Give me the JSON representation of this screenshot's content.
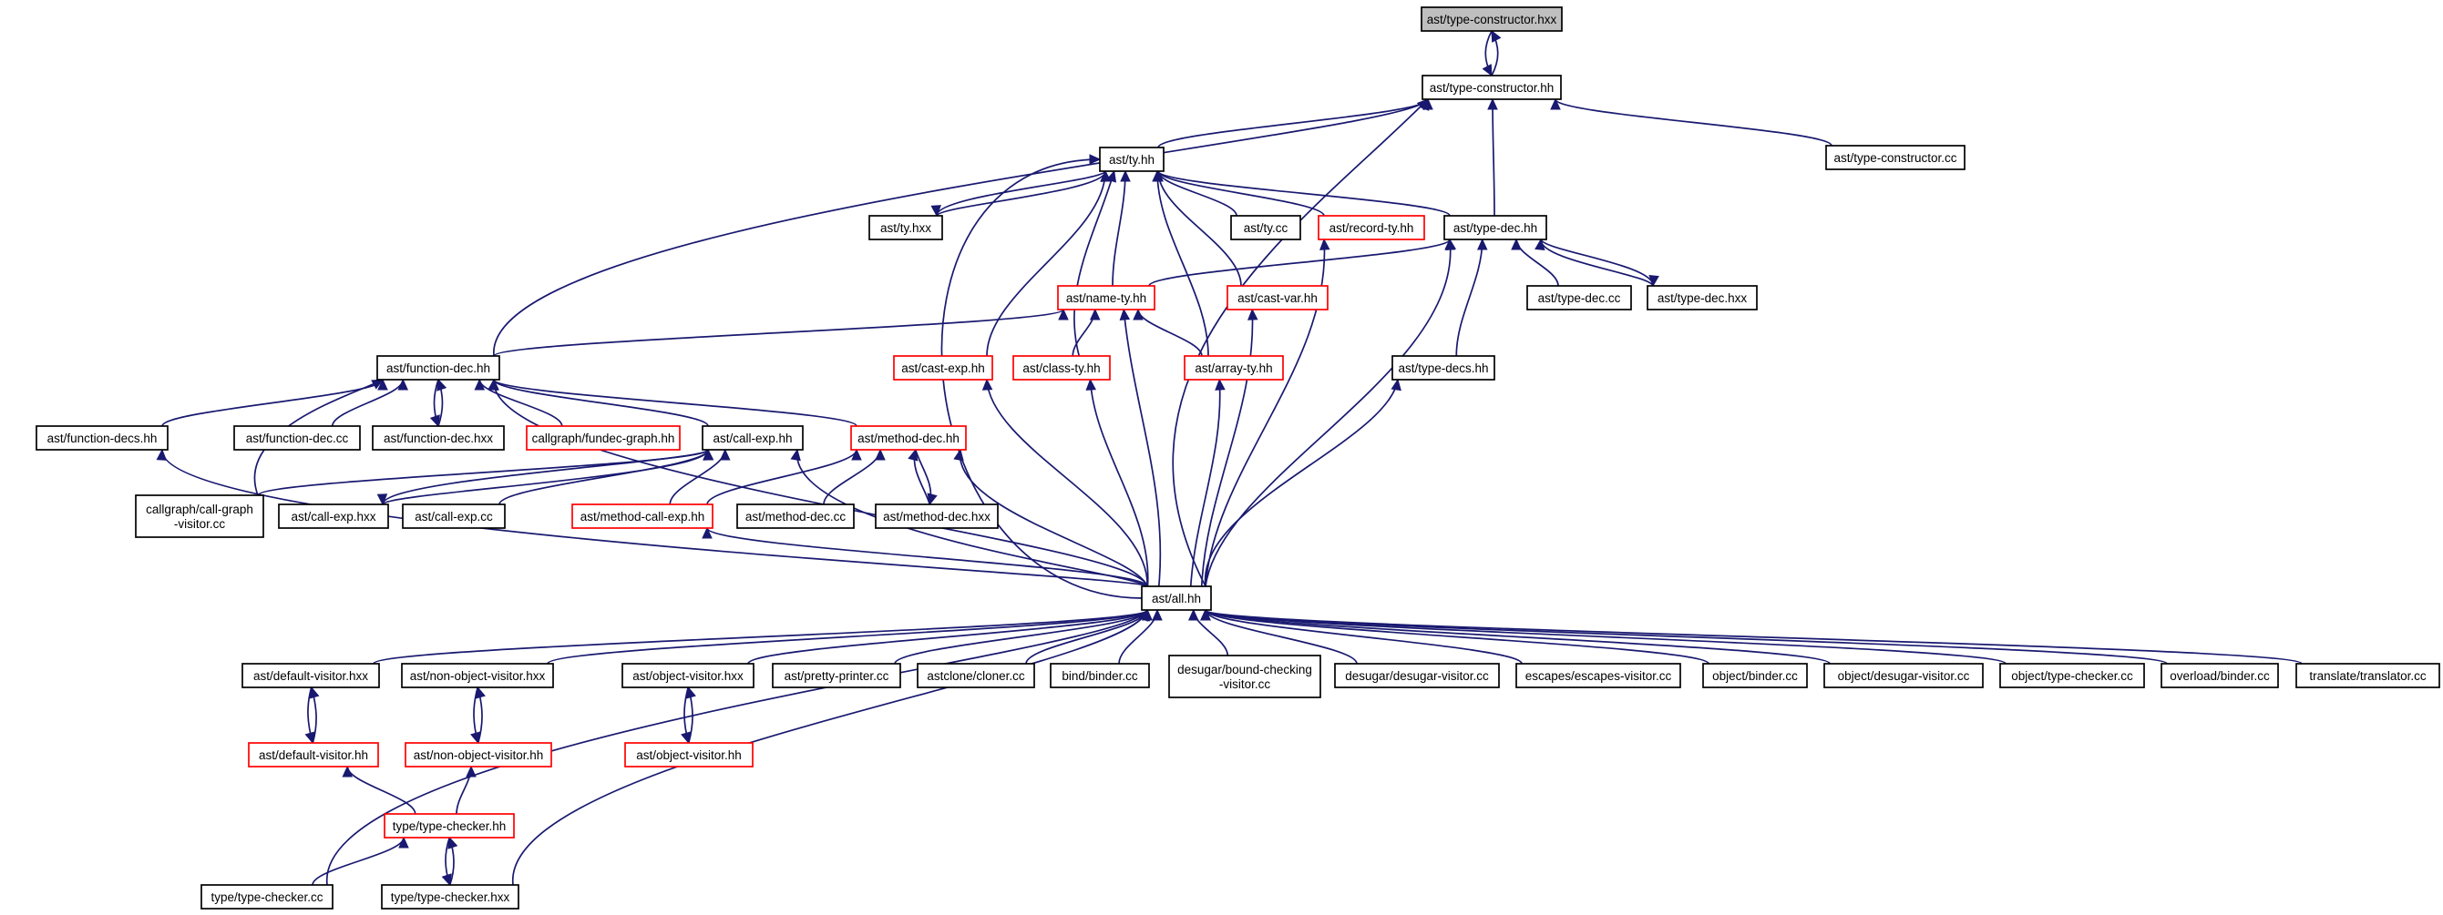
{
  "colors": {
    "edge": "#191970",
    "root_fill": "#bfbfbf",
    "node_fill": "#ffffff",
    "normal_border": "#000000",
    "truncated_border": "#ff0000"
  },
  "nodes": [
    {
      "id": "root",
      "lines": [
        "ast/type-constructor.hxx"
      ],
      "style": "root"
    },
    {
      "id": "tc_hh",
      "lines": [
        "ast/type-constructor.hh"
      ],
      "style": "normal"
    },
    {
      "id": "tc_cc",
      "lines": [
        "ast/type-constructor.cc"
      ],
      "style": "normal"
    },
    {
      "id": "ty_hh",
      "lines": [
        "ast/ty.hh"
      ],
      "style": "normal"
    },
    {
      "id": "ty_hxx",
      "lines": [
        "ast/ty.hxx"
      ],
      "style": "normal"
    },
    {
      "id": "ty_cc",
      "lines": [
        "ast/ty.cc"
      ],
      "style": "normal"
    },
    {
      "id": "record_ty",
      "lines": [
        "ast/record-ty.hh"
      ],
      "style": "truncated"
    },
    {
      "id": "type_dec_hh",
      "lines": [
        "ast/type-dec.hh"
      ],
      "style": "normal"
    },
    {
      "id": "type_dec_cc",
      "lines": [
        "ast/type-dec.cc"
      ],
      "style": "normal"
    },
    {
      "id": "type_dec_hxx",
      "lines": [
        "ast/type-dec.hxx"
      ],
      "style": "normal"
    },
    {
      "id": "name_ty",
      "lines": [
        "ast/name-ty.hh"
      ],
      "style": "truncated"
    },
    {
      "id": "cast_var",
      "lines": [
        "ast/cast-var.hh"
      ],
      "style": "truncated"
    },
    {
      "id": "function_dec_hh",
      "lines": [
        "ast/function-dec.hh"
      ],
      "style": "normal"
    },
    {
      "id": "cast_exp",
      "lines": [
        "ast/cast-exp.hh"
      ],
      "style": "truncated"
    },
    {
      "id": "class_ty",
      "lines": [
        "ast/class-ty.hh"
      ],
      "style": "truncated"
    },
    {
      "id": "array_ty",
      "lines": [
        "ast/array-ty.hh"
      ],
      "style": "truncated"
    },
    {
      "id": "type_decs",
      "lines": [
        "ast/type-decs.hh"
      ],
      "style": "normal"
    },
    {
      "id": "function_decs",
      "lines": [
        "ast/function-decs.hh"
      ],
      "style": "normal"
    },
    {
      "id": "function_dec_cc",
      "lines": [
        "ast/function-dec.cc"
      ],
      "style": "normal"
    },
    {
      "id": "function_dec_hxx",
      "lines": [
        "ast/function-dec.hxx"
      ],
      "style": "normal"
    },
    {
      "id": "fundec_graph",
      "lines": [
        "callgraph/fundec-graph.hh"
      ],
      "style": "truncated"
    },
    {
      "id": "call_exp_hh",
      "lines": [
        "ast/call-exp.hh"
      ],
      "style": "normal"
    },
    {
      "id": "method_dec_hh",
      "lines": [
        "ast/method-dec.hh"
      ],
      "style": "truncated"
    },
    {
      "id": "call_graph_visitor",
      "lines": [
        "callgraph/call-graph",
        "-visitor.cc"
      ],
      "style": "normal"
    },
    {
      "id": "call_exp_hxx",
      "lines": [
        "ast/call-exp.hxx"
      ],
      "style": "normal"
    },
    {
      "id": "call_exp_cc",
      "lines": [
        "ast/call-exp.cc"
      ],
      "style": "normal"
    },
    {
      "id": "method_call_exp",
      "lines": [
        "ast/method-call-exp.hh"
      ],
      "style": "truncated"
    },
    {
      "id": "method_dec_cc",
      "lines": [
        "ast/method-dec.cc"
      ],
      "style": "normal"
    },
    {
      "id": "method_dec_hxx",
      "lines": [
        "ast/method-dec.hxx"
      ],
      "style": "normal"
    },
    {
      "id": "all_hh",
      "lines": [
        "ast/all.hh"
      ],
      "style": "normal"
    },
    {
      "id": "default_visitor_hxx",
      "lines": [
        "ast/default-visitor.hxx"
      ],
      "style": "normal"
    },
    {
      "id": "non_object_visitor_hxx",
      "lines": [
        "ast/non-object-visitor.hxx"
      ],
      "style": "normal"
    },
    {
      "id": "object_visitor_hxx",
      "lines": [
        "ast/object-visitor.hxx"
      ],
      "style": "normal"
    },
    {
      "id": "pretty_printer",
      "lines": [
        "ast/pretty-printer.cc"
      ],
      "style": "normal"
    },
    {
      "id": "cloner",
      "lines": [
        "astclone/cloner.cc"
      ],
      "style": "normal"
    },
    {
      "id": "bind_binder",
      "lines": [
        "bind/binder.cc"
      ],
      "style": "normal"
    },
    {
      "id": "bound_checking",
      "lines": [
        "desugar/bound-checking",
        "-visitor.cc"
      ],
      "style": "normal"
    },
    {
      "id": "desugar_visitor",
      "lines": [
        "desugar/desugar-visitor.cc"
      ],
      "style": "normal"
    },
    {
      "id": "escapes_visitor",
      "lines": [
        "escapes/escapes-visitor.cc"
      ],
      "style": "normal"
    },
    {
      "id": "object_binder",
      "lines": [
        "object/binder.cc"
      ],
      "style": "normal"
    },
    {
      "id": "object_desugar",
      "lines": [
        "object/desugar-visitor.cc"
      ],
      "style": "normal"
    },
    {
      "id": "object_type_checker",
      "lines": [
        "object/type-checker.cc"
      ],
      "style": "normal"
    },
    {
      "id": "overload_binder",
      "lines": [
        "overload/binder.cc"
      ],
      "style": "normal"
    },
    {
      "id": "translator",
      "lines": [
        "translate/translator.cc"
      ],
      "style": "normal"
    },
    {
      "id": "default_visitor_hh",
      "lines": [
        "ast/default-visitor.hh"
      ],
      "style": "truncated"
    },
    {
      "id": "non_object_visitor_hh",
      "lines": [
        "ast/non-object-visitor.hh"
      ],
      "style": "truncated"
    },
    {
      "id": "object_visitor_hh",
      "lines": [
        "ast/object-visitor.hh"
      ],
      "style": "truncated"
    },
    {
      "id": "type_checker_hh",
      "lines": [
        "type/type-checker.hh"
      ],
      "style": "truncated"
    },
    {
      "id": "type_checker_cc",
      "lines": [
        "type/type-checker.cc"
      ],
      "style": "normal"
    },
    {
      "id": "type_checker_hxx",
      "lines": [
        "type/type-checker.hxx"
      ],
      "style": "normal"
    }
  ]
}
